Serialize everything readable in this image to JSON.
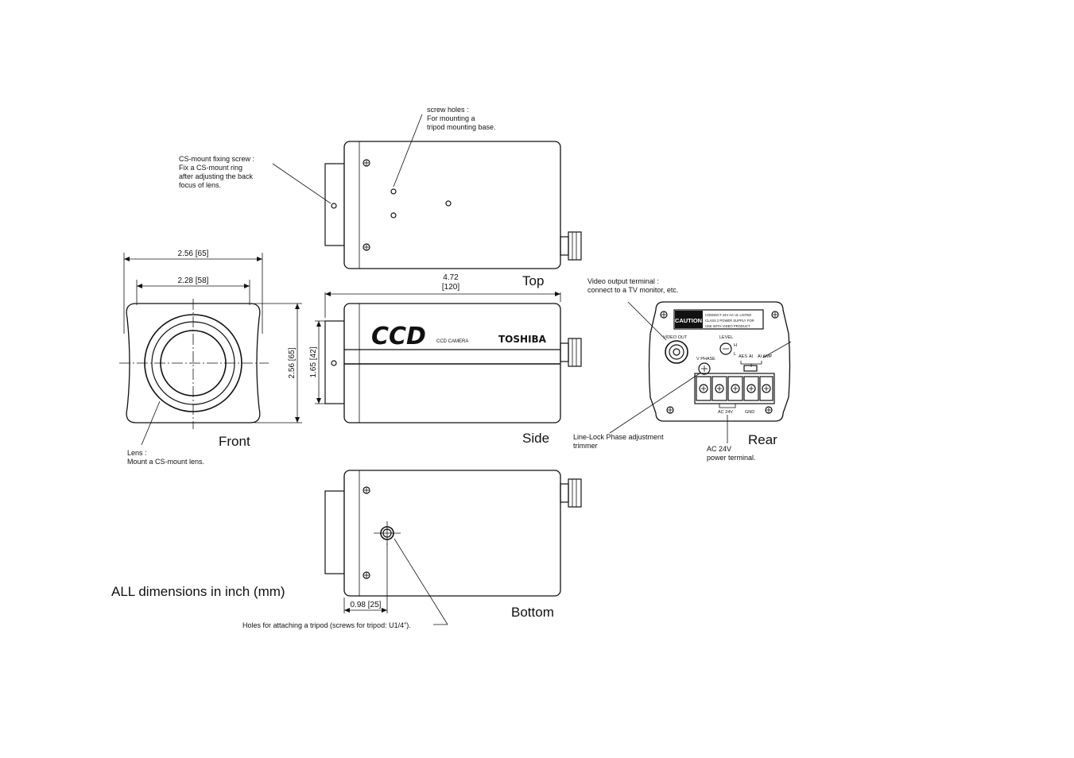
{
  "views": {
    "top": "Top",
    "front": "Front",
    "side": "Side",
    "rear": "Rear",
    "bottom": "Bottom"
  },
  "footer_note": "ALL dimensions in inch (mm)",
  "dimensions": {
    "front_width_outer": "2.56 [65]",
    "front_width_inner": "2.28 [58]",
    "front_height": "2.56 [65]",
    "side_height": "1.65 [42]",
    "side_length_in": "4.72",
    "side_length_mm": "[120]",
    "bottom_offset": "0.98 [25]"
  },
  "callouts": {
    "screw_holes": [
      "screw holes :",
      "For mounting a",
      "tripod mounting base."
    ],
    "cs_mount": [
      "CS-mount fixing screw :",
      "Fix a CS-mount ring",
      "after adjusting the back",
      "focus of lens."
    ],
    "lens": [
      "Lens :",
      "Mount a CS-mount lens."
    ],
    "video_out_terminal": [
      "Video output terminal :",
      "connect to a TV monitor, etc."
    ],
    "line_lock": [
      "Line-Lock Phase adjustment",
      "trimmer"
    ],
    "ac24v": [
      "AC 24V",
      "power terminal."
    ],
    "tripod_holes": "Holes for attaching a tripod (screws for tripod: U1/4\")."
  },
  "camera_labels": {
    "logo": "CCD",
    "model": "CCD CAMERA",
    "brand": "TOSHIBA"
  },
  "rear_panel": {
    "caution": "CAUTION",
    "caution_text": [
      "CONNECT 24V AC UL LISTED",
      "CLASS 2 POWER SUPPLY FOR",
      "USE WITH VIDEO PRODUCT"
    ],
    "video_out": "VIDEO OUT",
    "level": "LEVEL",
    "level_h": "H",
    "level_l": "L",
    "aes": "AES",
    "ai": "AI",
    "ai_amp": "AI AMP",
    "v_phase": "V PHASE",
    "ac24v": "AC 24V",
    "gnd": "GND"
  }
}
